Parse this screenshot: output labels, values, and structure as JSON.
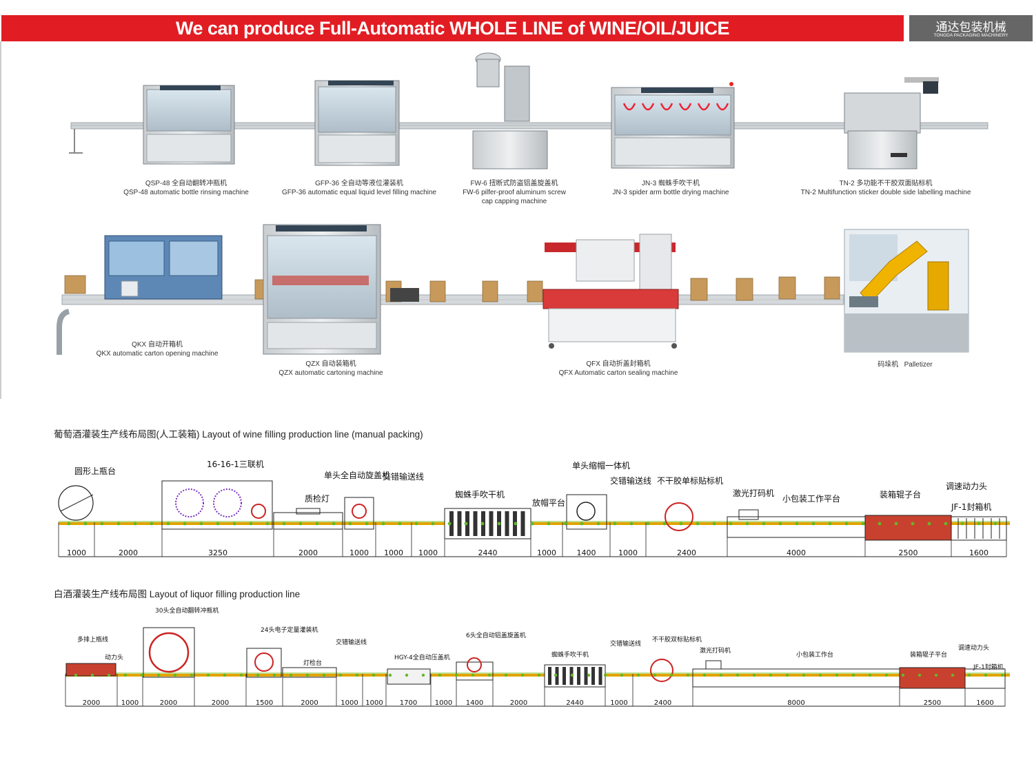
{
  "banner": {
    "title": "We can produce Full-Automatic WHOLE LINE of  WINE/OIL/JUICE"
  },
  "brand": {
    "name_cn": "通达包装机械",
    "name_en": "TONGDA PACKAGING MACHINERY"
  },
  "row1": [
    {
      "cn": "QSP-48 全自动翻转冲瓶机",
      "en": "QSP-48 automatic bottle rinsing machine"
    },
    {
      "cn": "GFP-36 全自动等液位灌装机",
      "en": "GFP-36 automatic equal liquid level filling machine"
    },
    {
      "cn": "FW-6 扭断式防盗铝盖旋盖机",
      "en": "FW-6 pilfer-proof aluminum screw",
      "en2": "cap capping machine"
    },
    {
      "cn": "JN-3 蜘蛛手吹干机",
      "en": "JN-3 spider arm bottle drying machine"
    },
    {
      "cn": "TN-2 多功能不干胶双面贴标机",
      "en": "TN-2 Multifunction sticker double side labelling machine"
    }
  ],
  "row2": [
    {
      "cn": "QKX 自动开箱机",
      "en": "QKX automatic carton opening machine"
    },
    {
      "cn": "QZX 自动装箱机",
      "en": "QZX automatic cartoning machine"
    },
    {
      "cn": "QFX 自动折盖封箱机",
      "en": "QFX Automatic carton sealing machine"
    },
    {
      "cn": "码垛机",
      "en": "Palletizer"
    }
  ],
  "wine": {
    "title": "葡萄酒灌装生产线布局图(人工装箱)  Layout of wine filling production line (manual packing)",
    "labels": [
      "圆形上瓶台",
      "16-16-1三联机",
      "质检灯",
      "单头全自动旋盖机",
      "交错输送线",
      "蜘蛛手吹干机",
      "放帽平台",
      "单头缩帽一体机",
      "交错输送线",
      "不干胶单标贴标机",
      "激光打码机",
      "小包装工作平台",
      "装箱辊子台",
      "调速动力头",
      "JF-1封箱机"
    ],
    "dims": [
      "1000",
      "2000",
      "3250",
      "2000",
      "1000",
      "1000",
      "1000",
      "2440",
      "1000",
      "1400",
      "1000",
      "2400",
      "4000",
      "2500",
      "1600"
    ]
  },
  "liquor": {
    "title": "白酒灌装生产线布局图 Layout of liquor filling production line",
    "labels": [
      "30头全自动翻转冲瓶机",
      "多排上瓶线",
      "动力头",
      "24头电子定量灌装机",
      "灯检台",
      "交错输送线",
      "HGY-4全自动压盖机",
      "6头全自动铝盖旋盖机",
      "蜘蛛手吹干机",
      "交错输送线",
      "不干胶双标贴标机",
      "激光打码机",
      "小包装工作台",
      "装箱辊子平台",
      "调速动力头",
      "JF-1封箱机"
    ],
    "dims": [
      "2000",
      "1000",
      "2000",
      "2000",
      "1500",
      "2000",
      "1000",
      "1000",
      "1700",
      "1000",
      "1400",
      "2000",
      "2440",
      "1000",
      "2400",
      "8000",
      "2500",
      "1600"
    ]
  }
}
